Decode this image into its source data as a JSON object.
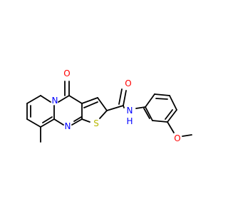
{
  "molecule": {
    "atoms": {
      "carbonyl_oxygen": "O",
      "amide_oxygen": "O",
      "ring_nitrogen_bridge": "N",
      "ring_nitrogen_pyrimidine": "N",
      "thiophene_sulfur": "S",
      "amide_nitrogen": "N",
      "amide_hydrogen": "H",
      "ether_oxygen": "O"
    },
    "colors": {
      "bond": "#000000",
      "oxygen": "#ff0000",
      "nitrogen": "#0000ff",
      "sulfur": "#b8b800",
      "background": "#ffffff"
    }
  }
}
